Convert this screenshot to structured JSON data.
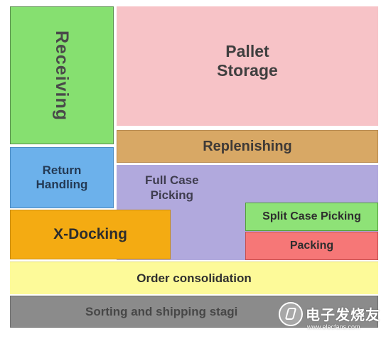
{
  "zones": {
    "receiving": {
      "label": "Receiving",
      "color": "#86e070"
    },
    "pallet_storage": {
      "label": "Pallet\nStorage",
      "color": "#f7c3c7"
    },
    "replenishing": {
      "label": "Replenishing",
      "color": "#d8a865"
    },
    "return_handling": {
      "label": "Return\nHandling",
      "color": "#6cb1eb"
    },
    "full_case_picking": {
      "label": "Full Case\nPicking",
      "color": "#b1a9dd"
    },
    "x_docking": {
      "label": "X-Docking",
      "color": "#f4ab12"
    },
    "split_case_picking": {
      "label": "Split Case Picking",
      "color": "#8ee277"
    },
    "packing": {
      "label": "Packing",
      "color": "#f67777"
    },
    "order_consolidation": {
      "label": "Order consolidation",
      "color": "#fdfa99"
    },
    "sorting_shipping": {
      "label": "Sorting and shipping stagi",
      "color": "#8b8b8b"
    }
  },
  "watermark": {
    "title": "电子发烧友",
    "url": "www.elecfans.com",
    "icon": "elecfans-logo-icon"
  }
}
